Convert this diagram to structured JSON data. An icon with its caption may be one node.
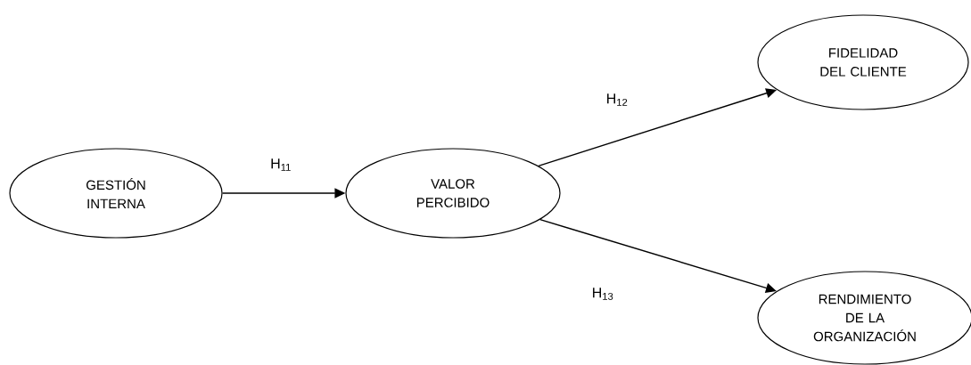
{
  "diagram": {
    "nodes": [
      {
        "text": [
          "GESTIÓN INTERNA"
        ]
      },
      {
        "text": [
          "VALOR PERCIBIDO"
        ]
      },
      {
        "text": [
          "FIDELIDAD DEL CLIENTE"
        ]
      },
      {
        "text": [
          "RENDIMIENTO DE LA ORGANIZACIÓN"
        ]
      }
    ],
    "edges": [
      {
        "from": 0,
        "to": 1,
        "arrow": "to",
        "label": "H$_{11}$"
      },
      {
        "from": 1,
        "to": 2,
        "arrow": "to",
        "label": "H$_{12}$"
      },
      {
        "from": 1,
        "to": 3,
        "arrow": "to",
        "label": "H$_{13}$"
      }
    ]
  }
}
